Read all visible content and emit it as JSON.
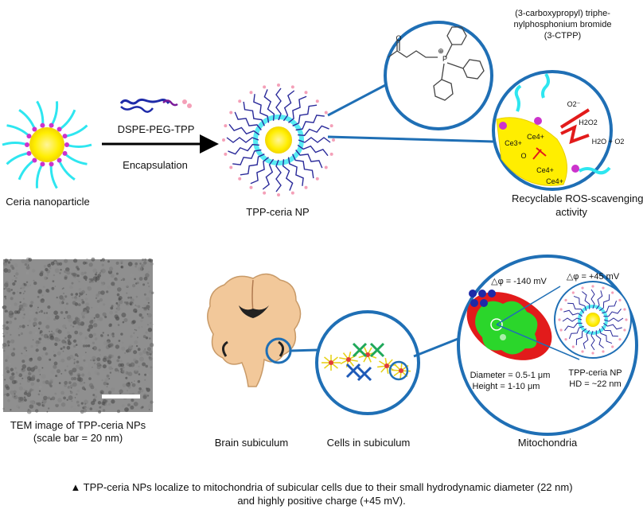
{
  "top": {
    "ceria_label": "Ceria nanoparticle",
    "reagent_label": "DSPE-PEG-TPP",
    "process_label": "Encapsulation",
    "product_label": "TPP-ceria NP",
    "ctpp_line1": "(3-carboxypropyl) triphe-",
    "ctpp_line2": "nylphosphonium bromide",
    "ctpp_line3": "(3-CTPP)",
    "ros_line1": "Recyclable ROS-scavenging",
    "ros_line2": "activity",
    "chem_p": "P",
    "chem_plus": "⊕",
    "chem_o": "O",
    "ros_o2minus": "O2⁻",
    "ros_h2o2": "H2O2",
    "ros_products": "H2O + O2",
    "ce3": "Ce3+",
    "ce4": "Ce4+",
    "ox": "O"
  },
  "bottom": {
    "tem_line1": "TEM image of TPP-ceria NPs",
    "tem_line2": "(scale bar = 20 nm)",
    "brain_label": "Brain subiculum",
    "cells_label": "Cells in subiculum",
    "mito_label": "Mitochondria",
    "phi_mito": "△φ = -140 mV",
    "phi_np": "△φ = +45 mV",
    "diameter": "Diameter = 0.5-1 μm",
    "height": "Height = 1-10 μm",
    "np_name": "TPP-ceria NP",
    "np_hd": "HD = ~22 nm"
  },
  "caption": {
    "line1": "▲ TPP-ceria NPs localize to mitochondria of subicular cells due to their small hydrodynamic diameter (22 nm)",
    "line2": "and highly positive charge (+45 mV)."
  },
  "colors": {
    "core": "#ffee00",
    "ligand": "#2ee6f0",
    "dot": "#cc33cc",
    "circle_blue": "#1f6fb5",
    "mito_red": "#e21b1b",
    "mito_green": "#2bd62b",
    "brain": "#f2c89a"
  }
}
